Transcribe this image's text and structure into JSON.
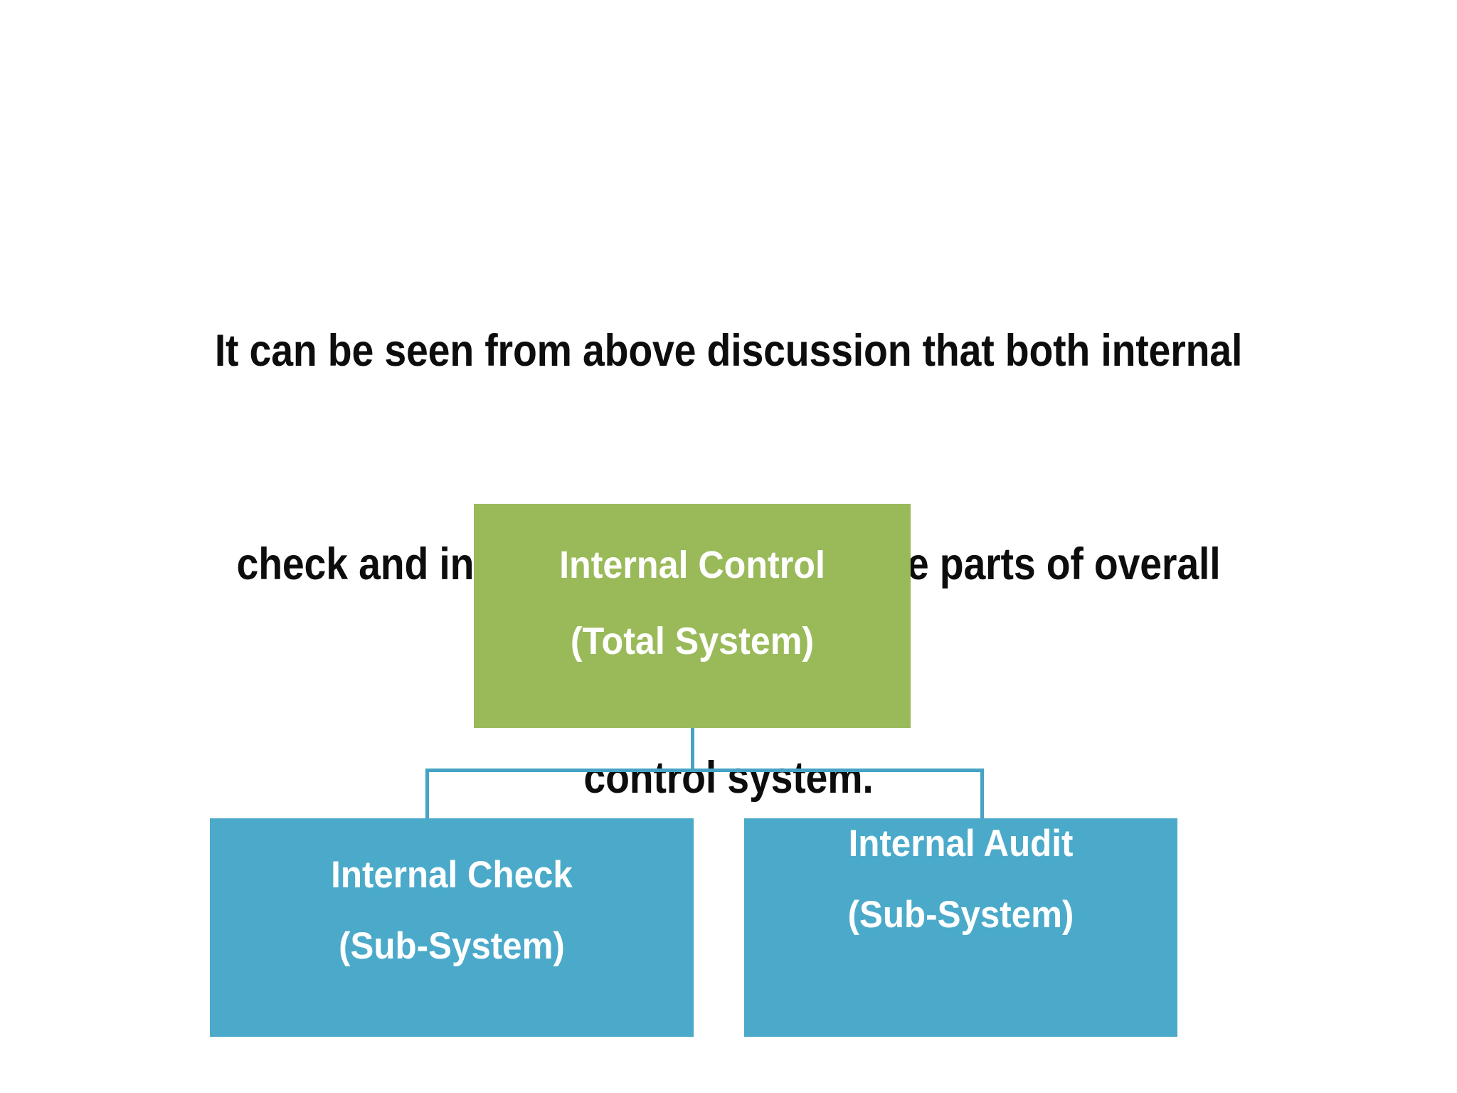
{
  "slide": {
    "background_color": "#ffffff",
    "headline": {
      "lines": [
        "It can be seen from above discussion that both internal",
        "check and internal audit that they are parts of overall",
        "control system."
      ],
      "text_color": "#0d0d0d"
    }
  },
  "diagram": {
    "type": "hierarchy",
    "colors": {
      "root_fill": "#9aba5a",
      "child_fill": "#4baaca",
      "connector": "#45a3c4",
      "node_text": "#ffffff"
    },
    "nodes": [
      {
        "id": "internal-control",
        "title": "Internal Control",
        "subtitle": "(Total System)",
        "level": "root",
        "fill": "#9aba5a"
      },
      {
        "id": "internal-check",
        "title": "Internal Check",
        "subtitle": "(Sub-System)",
        "level": "child",
        "fill": "#4baaca"
      },
      {
        "id": "internal-audit",
        "title": "Internal Audit",
        "subtitle": "(Sub-System)",
        "level": "child",
        "fill": "#4baaca"
      }
    ],
    "edges": [
      {
        "from": "internal-control",
        "to": "internal-check"
      },
      {
        "from": "internal-control",
        "to": "internal-audit"
      }
    ]
  }
}
